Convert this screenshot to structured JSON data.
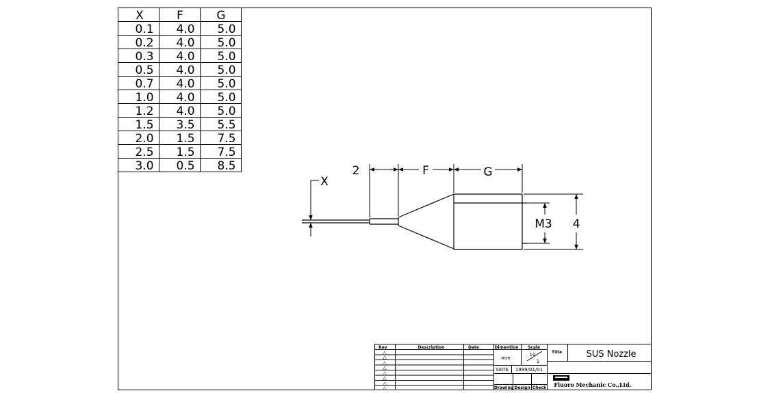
{
  "table": {
    "headers": [
      "X",
      "F",
      "G"
    ],
    "rows": [
      [
        "0.1",
        "4.0",
        "5.0"
      ],
      [
        "0.2",
        "4.0",
        "5.0"
      ],
      [
        "0.3",
        "4.0",
        "5.0"
      ],
      [
        "0.5",
        "4.0",
        "5.0"
      ],
      [
        "0.7",
        "4.0",
        "5.0"
      ],
      [
        "1.0",
        "4.0",
        "5.0"
      ],
      [
        "1.2",
        "4.0",
        "5.0"
      ],
      [
        "1.5",
        "3.5",
        "5.5"
      ],
      [
        "2.0",
        "1.5",
        "7.5"
      ],
      [
        "2.5",
        "1.5",
        "7.5"
      ],
      [
        "3.0",
        "0.5",
        "8.5"
      ]
    ]
  },
  "dimensions": {
    "x_label": "X",
    "tip_label": "2",
    "taper_label": "F",
    "body_label": "G",
    "thread_label": "M3",
    "diameter_label": "4"
  },
  "title_block": {
    "rev_header": "Rev",
    "description_header": "Description",
    "date_header": "Date",
    "dimention_header": "Dimention",
    "scale_header": "Scale",
    "title_header": "Title",
    "title_value": "SUS Nozzle",
    "dimention_value": "mm",
    "scale_top": "10",
    "scale_bottom": "1",
    "date_label": "DATE",
    "date_value": "1999/01/01",
    "drawing_label": "Drawing",
    "design_label": "Design",
    "check_label": "Check",
    "company": "Fluoro Mechanic Co.,Ltd.",
    "rev_marks": [
      "△",
      "△",
      "△",
      "△",
      "△",
      "△",
      "△",
      "△"
    ]
  }
}
